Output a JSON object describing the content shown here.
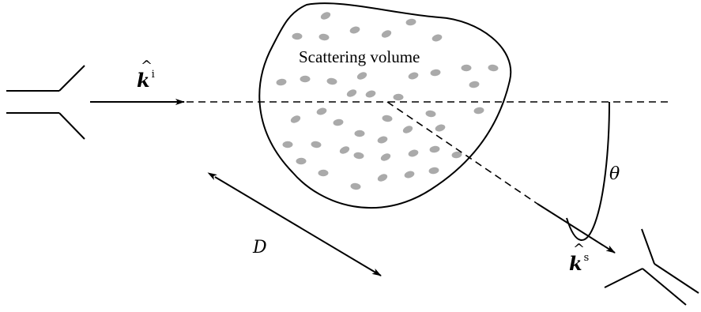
{
  "labels": {
    "scattering_volume": "Scattering volume",
    "incident_symbol": "k",
    "incident_superscript": "i",
    "scattered_symbol": "k",
    "scattered_superscript": "s",
    "hat": "^",
    "angle": "θ",
    "distance": "D"
  },
  "colors": {
    "stroke": "#000000",
    "particle": "#aaaaaa",
    "background": "#ffffff"
  }
}
